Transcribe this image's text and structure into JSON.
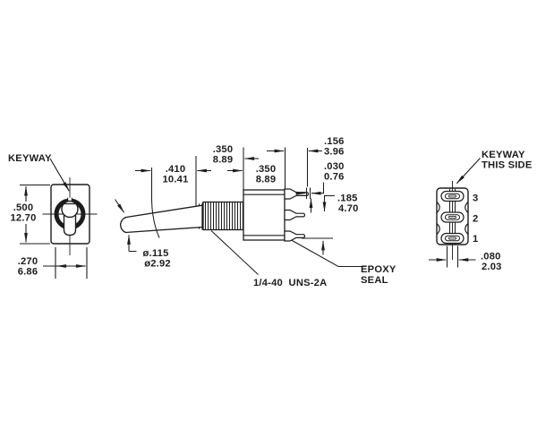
{
  "page": {
    "background": "#ffffff",
    "line_color": "#1c1c1c"
  },
  "front_view": {
    "keyway_label": "KEYWAY",
    "height_dim": {
      "inches": ".500",
      "mm": "12.70"
    },
    "width_dim": {
      "inches": ".270",
      "mm": "6.86"
    }
  },
  "side_view": {
    "lever_length_dim": {
      "inches": ".410",
      "mm": "10.41"
    },
    "bushing_length_dim": {
      "inches": ".350",
      "mm": "8.89"
    },
    "body_width_dim": {
      "inches": ".350",
      "mm": "8.89"
    },
    "terminal_length_dim": {
      "inches": ".156",
      "mm": "3.96"
    },
    "terminal_thickness_dim": {
      "inches": ".030",
      "mm": "0.76"
    },
    "terminal_spacing_dim": {
      "inches": ".185",
      "mm": "4.70"
    },
    "lever_tip_diameter_dim": {
      "inches": "ø.115",
      "mm": "ø2.92"
    },
    "thread_spec": "1/4-40  UNS-2A",
    "epoxy_seal_label_line1": "EPOXY",
    "epoxy_seal_label_line2": "SEAL"
  },
  "rear_view": {
    "keyway_label_line1": "KEYWAY",
    "keyway_label_line2": "THIS SIDE",
    "terminal_labels": [
      "3",
      "2",
      "1"
    ],
    "slot_width_dim": {
      "inches": ".080",
      "mm": "2.03"
    }
  }
}
